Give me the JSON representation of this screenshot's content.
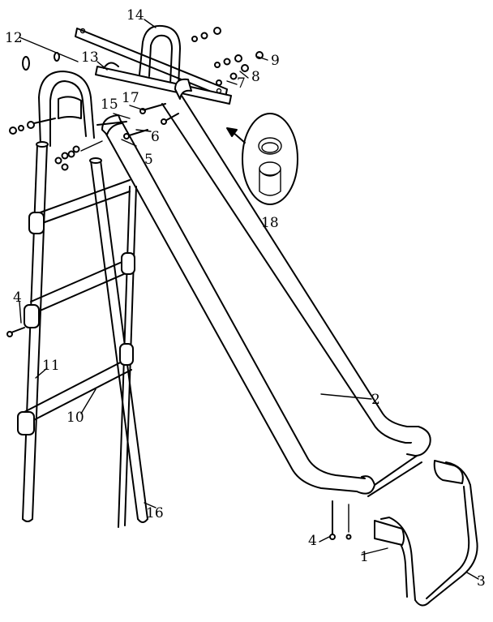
{
  "diagram": {
    "labels": [
      {
        "id": "p1",
        "text": "1"
      },
      {
        "id": "p2",
        "text": "2"
      },
      {
        "id": "p3",
        "text": "3"
      },
      {
        "id": "p4a",
        "text": "4"
      },
      {
        "id": "p4b",
        "text": "4"
      },
      {
        "id": "p5",
        "text": "5"
      },
      {
        "id": "p6",
        "text": "6"
      },
      {
        "id": "p7",
        "text": "7"
      },
      {
        "id": "p8",
        "text": "8"
      },
      {
        "id": "p9",
        "text": "9"
      },
      {
        "id": "p10",
        "text": "10"
      },
      {
        "id": "p11",
        "text": "11"
      },
      {
        "id": "p12",
        "text": "12"
      },
      {
        "id": "p13",
        "text": "13"
      },
      {
        "id": "p14",
        "text": "14"
      },
      {
        "id": "p15",
        "text": "15"
      },
      {
        "id": "p16",
        "text": "16"
      },
      {
        "id": "p17",
        "text": "17"
      },
      {
        "id": "p18",
        "text": "18"
      }
    ]
  }
}
